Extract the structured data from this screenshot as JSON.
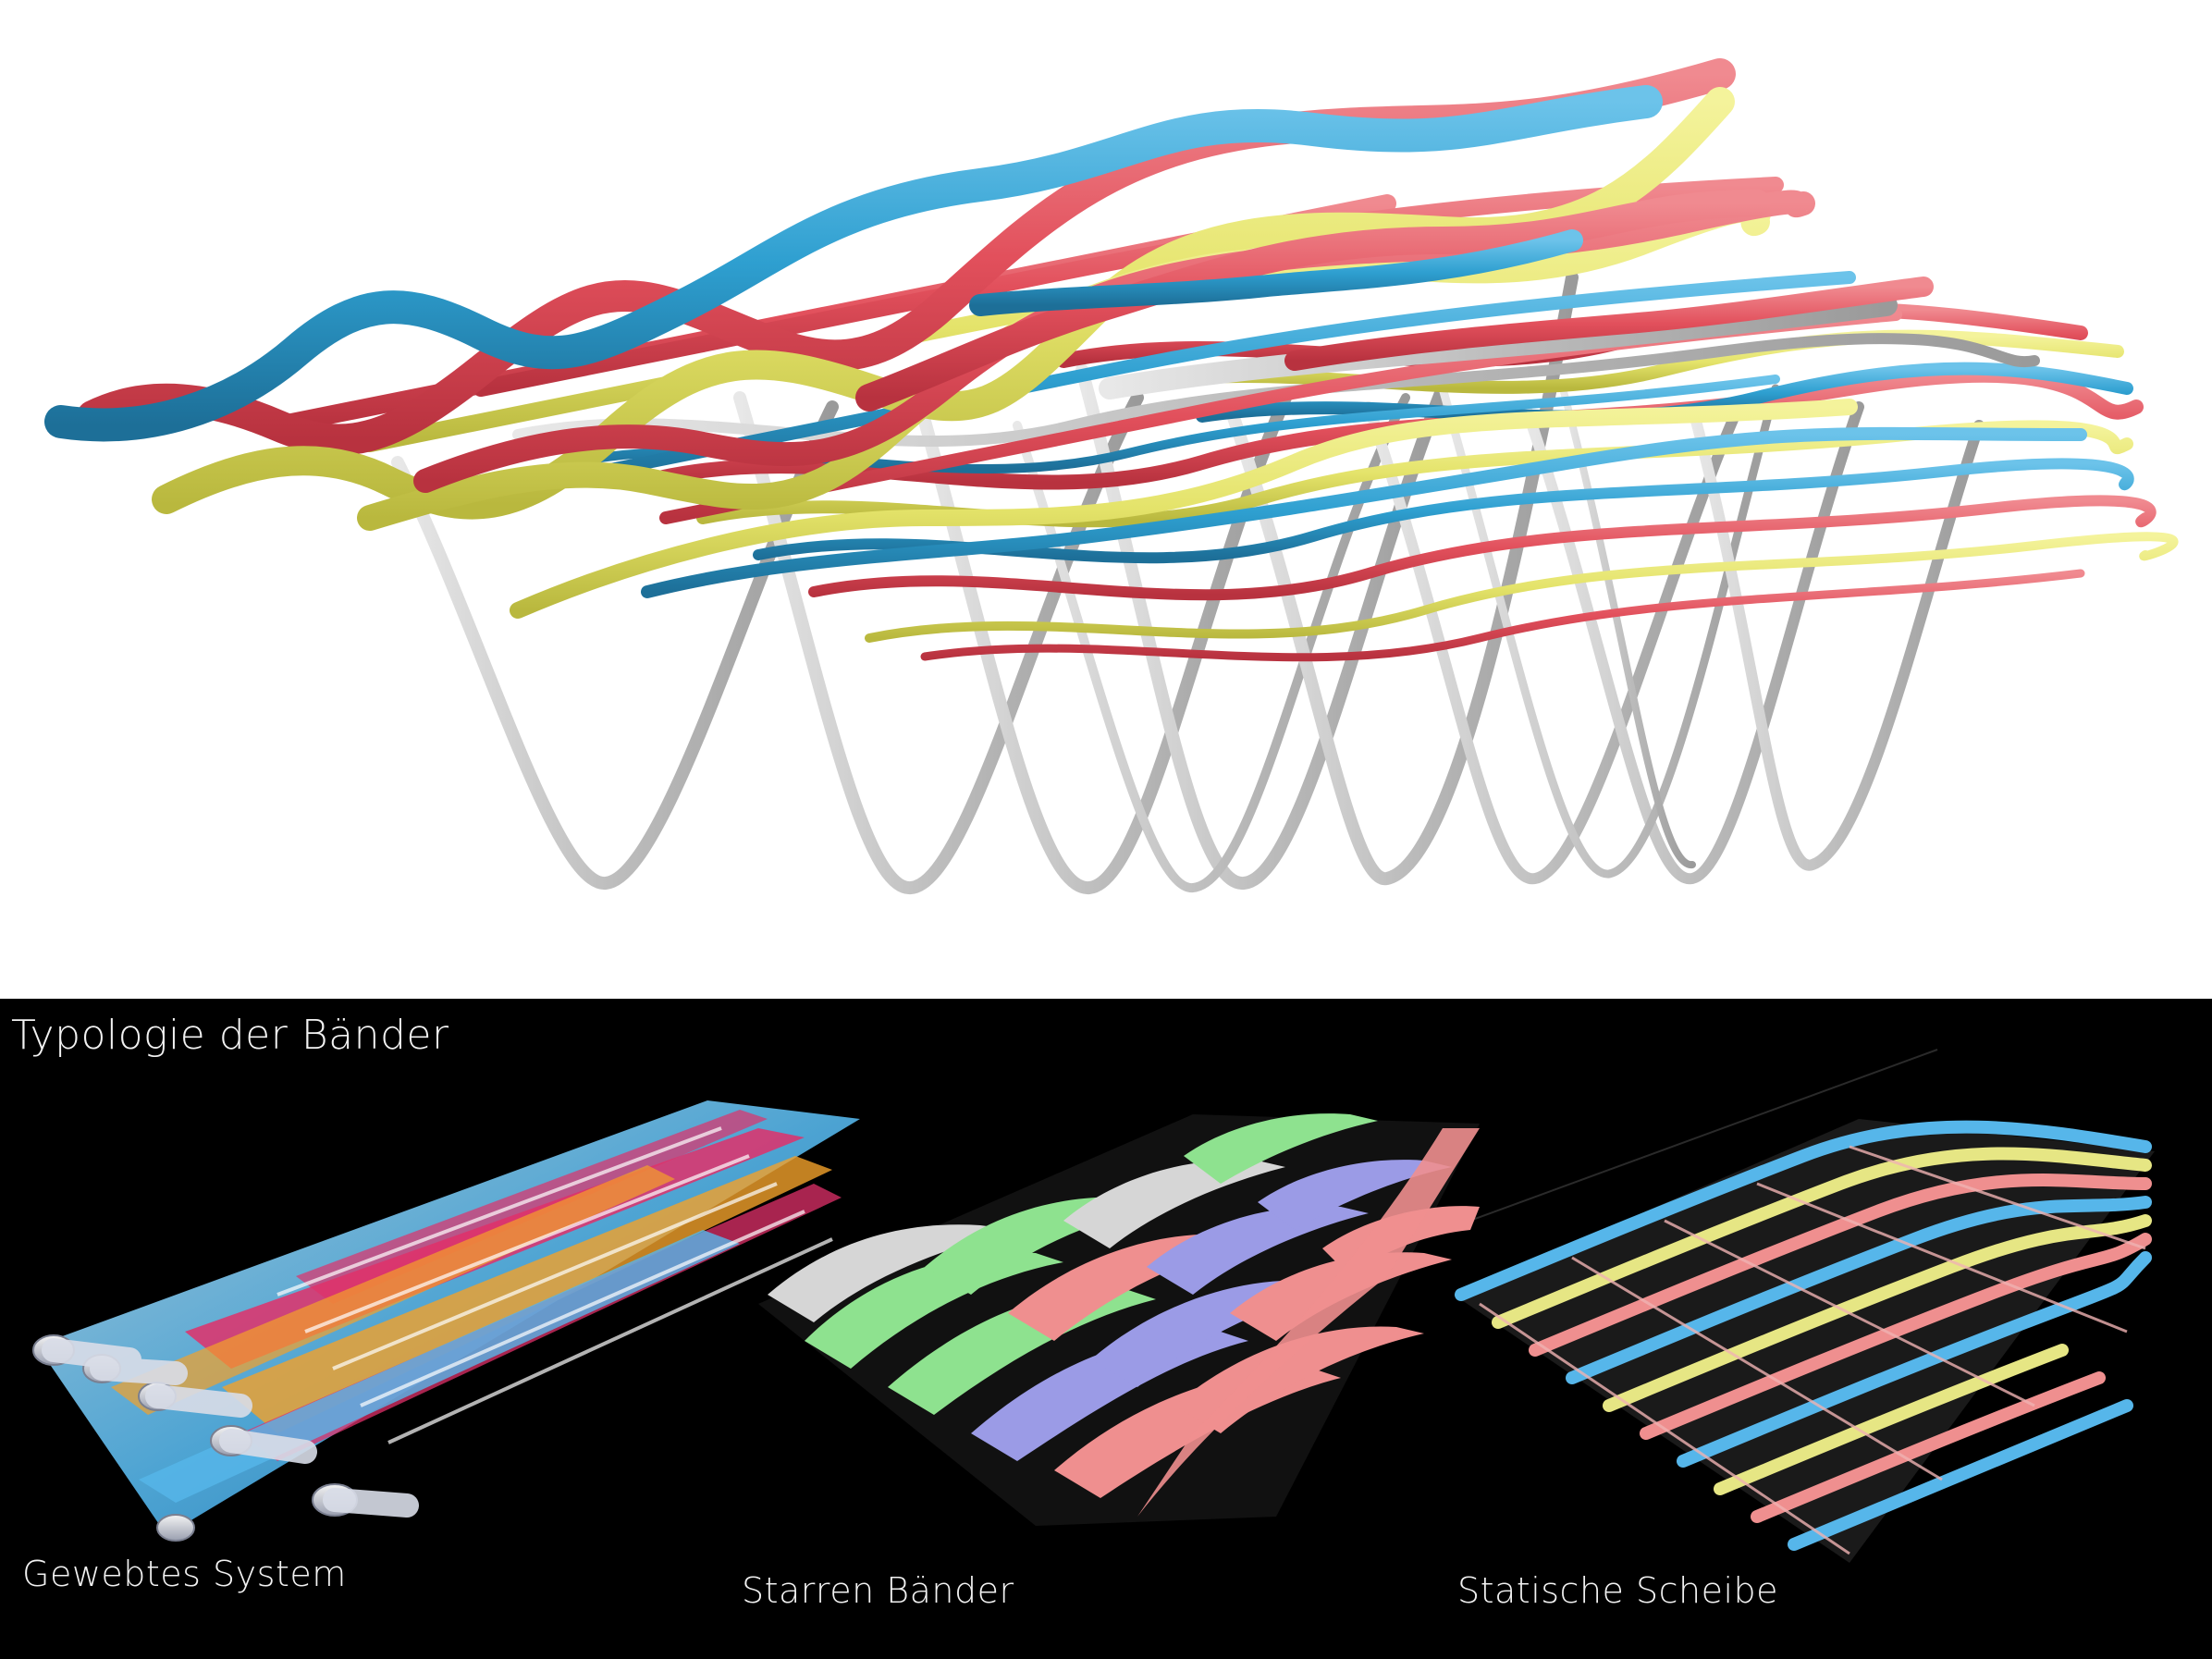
{
  "section_title": "Typologie der Bänder",
  "captions": {
    "woven": "Gewebtes System",
    "rigid": "Starren Bänder",
    "static": "Statische Scheibe"
  },
  "colors": {
    "red": "#e2505c",
    "blue": "#2e9fd0",
    "yellow": "#e4e36a",
    "grey": "#cfcfcf",
    "green": "#8ee28f",
    "violet": "#9b9be6",
    "pink": "#ef8f8f",
    "orange": "#f3a12a",
    "magenta": "#e0306a"
  }
}
